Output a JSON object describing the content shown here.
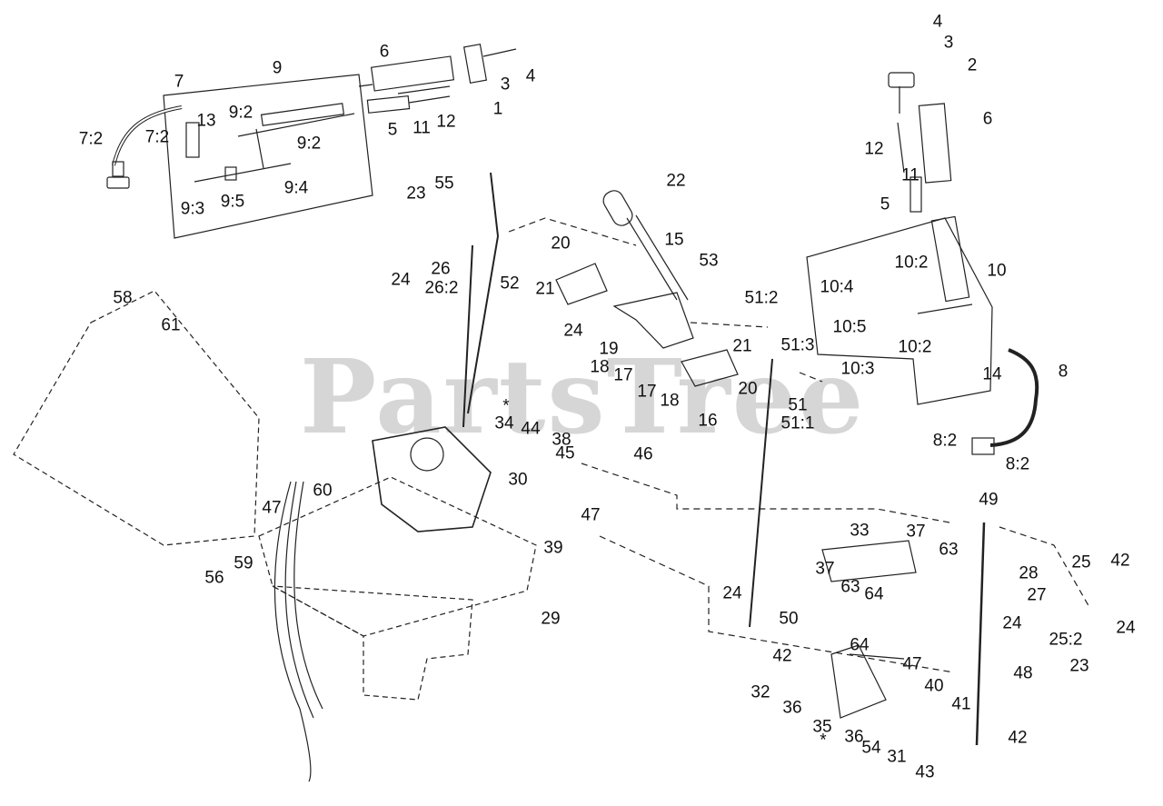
{
  "watermark": "PartsTree",
  "callouts": [
    "1",
    "2",
    "3",
    "3",
    "4",
    "4",
    "5",
    "5",
    "6",
    "6",
    "7",
    "7:2",
    "7:2",
    "8",
    "8:2",
    "8:2",
    "9",
    "9:2",
    "9:2",
    "9:3",
    "9:4",
    "9:5",
    "10",
    "10:2",
    "10:2",
    "10:3",
    "10:4",
    "10:5",
    "11",
    "11",
    "12",
    "12",
    "13",
    "14",
    "15",
    "16",
    "17",
    "17",
    "18",
    "18",
    "19",
    "20",
    "20",
    "21",
    "21",
    "22",
    "23",
    "23",
    "24",
    "24",
    "24",
    "24",
    "24",
    "25",
    "25:2",
    "26",
    "26:2",
    "27",
    "28",
    "29",
    "30",
    "31",
    "32",
    "33",
    "34",
    "35",
    "36",
    "36",
    "37",
    "37",
    "38",
    "39",
    "40",
    "41",
    "42",
    "42",
    "42",
    "43",
    "44",
    "45",
    "46",
    "47",
    "47",
    "47",
    "48",
    "49",
    "50",
    "51",
    "51:1",
    "51:2",
    "51:3",
    "52",
    "53",
    "54",
    "55",
    "56",
    "58",
    "59",
    "60",
    "61",
    "63",
    "63",
    "64",
    "64",
    "*",
    "*"
  ]
}
